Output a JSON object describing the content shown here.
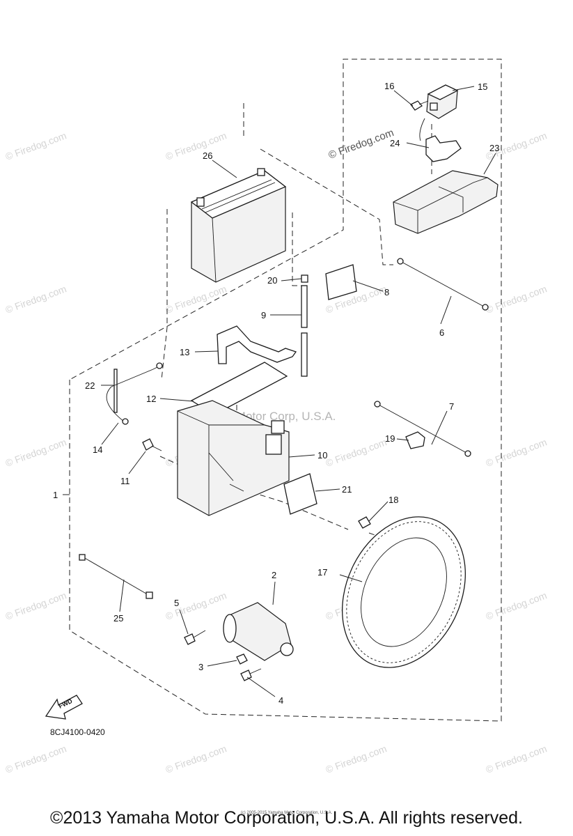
{
  "watermark": "© Firedog.com",
  "center_watermark": "Yamaha Motor Corp, U.S.A.",
  "callouts": [
    "1",
    "2",
    "3",
    "4",
    "5",
    "6",
    "7",
    "8",
    "9",
    "10",
    "11",
    "12",
    "13",
    "14",
    "15",
    "16",
    "17",
    "18",
    "19",
    "20",
    "21",
    "22",
    "23",
    "24",
    "25",
    "26"
  ],
  "fwd_label": "FWD",
  "drawing_code": "8CJ4100-0420",
  "copyright": "©2013 Yamaha Motor Corporation, U.S.A. All rights reserved.",
  "small_note": "(c) 2005-2015 Yamaha Motor Corporation, U.S.A."
}
